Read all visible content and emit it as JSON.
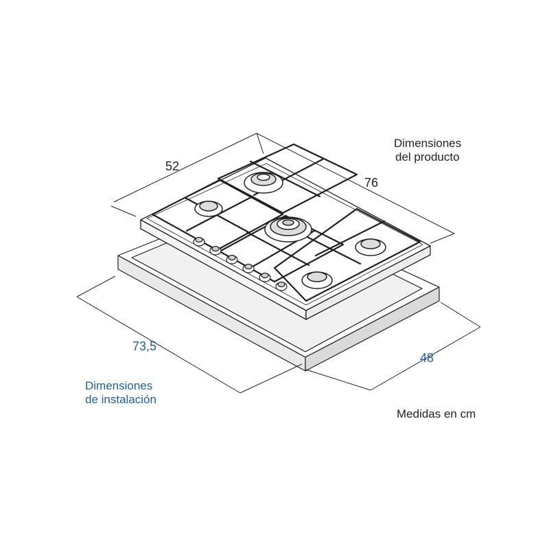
{
  "product_dimensions": {
    "title_line1": "Dimensiones",
    "title_line2": "del producto",
    "depth": "52",
    "width": "76"
  },
  "installation_dimensions": {
    "title_line1": "Dimensiones",
    "title_line2": "de instalación",
    "width": "73,5",
    "depth": "48"
  },
  "units_note": "Medidas en cm",
  "colors": {
    "line": "#231f20",
    "installation_text": "#1f5fa0",
    "cutout_fill": "#e6e6e6"
  },
  "icons": {
    "burners": [
      "burner-rear-left",
      "burner-rear-center",
      "burner-center-wok",
      "burner-right",
      "burner-front"
    ],
    "knob_count": 6
  }
}
